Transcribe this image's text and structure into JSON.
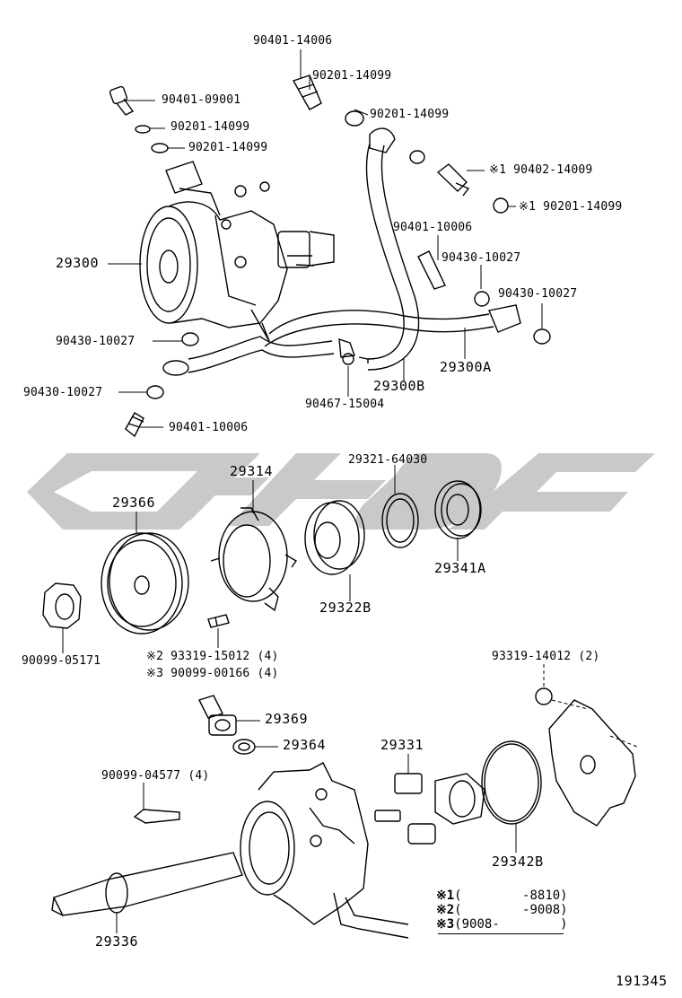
{
  "labels": {
    "l_90401_14006": "90401-14006",
    "l_90201_14099_a": "90201-14099",
    "l_90401_09001": "90401-09001",
    "l_90201_14099_b": "90201-14099",
    "l_90201_14099_c": "90201-14099",
    "l_90201_14099_d": "90201-14099",
    "l_90402_14009": "※1 90402-14009",
    "l_90201_14099_e": "※1 90201-14099",
    "l_29300": "29300",
    "l_90401_10006_a": "90401-10006",
    "l_90430_10027_a": "90430-10027",
    "l_90430_10027_b": "90430-10027",
    "l_90430_10027_c": "90430-10027",
    "l_29300A": "29300A",
    "l_90430_10027_d": "90430-10027",
    "l_29300B": "29300B",
    "l_90467_15004": "90467-15004",
    "l_90401_10006_b": "90401-10006",
    "l_29321_64030": "29321-64030",
    "l_29314": "29314",
    "l_29366": "29366",
    "l_29341A": "29341A",
    "l_29322B": "29322B",
    "l_90099_05171": "90099-05171",
    "l_93319_15012": "※2 93319-15012 (4)",
    "l_90099_00166": "※3 90099-00166 (4)",
    "l_93319_14012": "93319-14012 (2)",
    "l_29369": "29369",
    "l_29364": "29364",
    "l_29331": "29331",
    "l_90099_04577": "90099-04577 (4)",
    "l_29342B": "29342B",
    "l_29336": "29336",
    "l_ref": "191345"
  },
  "legend": [
    {
      "mark": "※1",
      "range": "(        -8810)"
    },
    {
      "mark": "※2",
      "range": "(        -9008)"
    },
    {
      "mark": "※3",
      "range": "(9008-        )"
    }
  ]
}
